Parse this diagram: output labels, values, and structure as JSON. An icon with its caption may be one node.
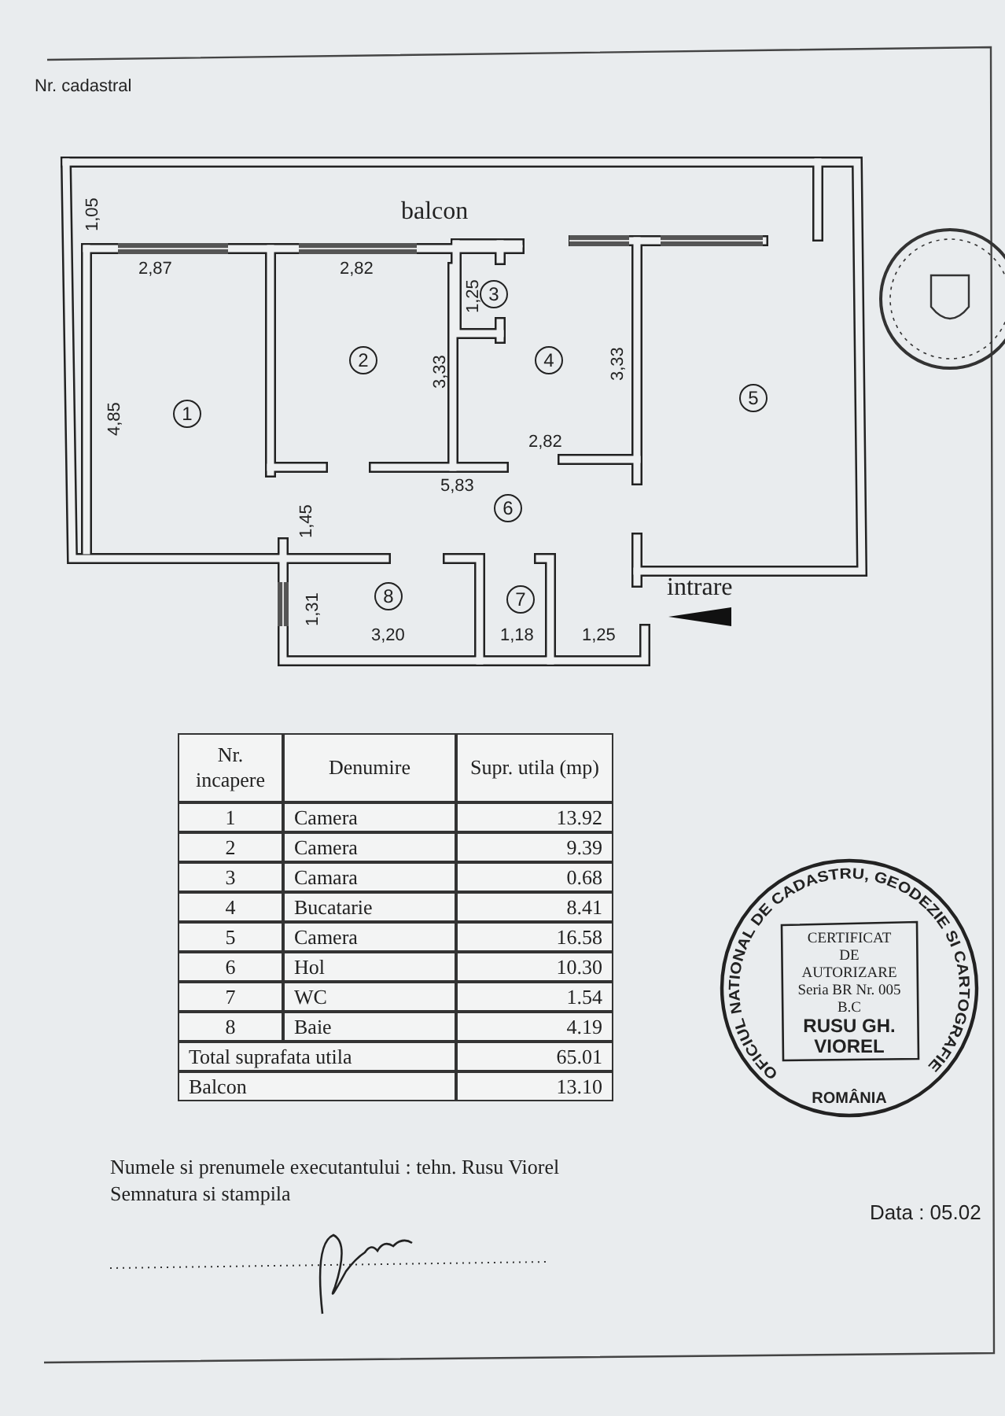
{
  "diagram": {
    "labels": [
      "Nr. cadastral",
      "balcon",
      "1,05",
      "2,87",
      "2,82",
      "1,25",
      "3",
      "1",
      "2",
      "3,33",
      "4",
      "3,33",
      "5",
      "4,85",
      "2,82",
      "5,83",
      "6",
      "1,45",
      "intrare",
      "8",
      "7",
      "1,31",
      "3,20",
      "1,18",
      "1,25",
      "Nr. incapere",
      "Denumire",
      "Supr. utila (mp)",
      "1",
      "Camera",
      "13.92",
      "2",
      "Camera",
      "9.39",
      "3",
      "Camara",
      "0.68",
      "4",
      "Bucatarie",
      "8.41",
      "5",
      "Camera",
      "16.58",
      "6",
      "Hol",
      "10.30",
      "7",
      "WC",
      "1.54",
      "8",
      "Baie",
      "4.19",
      "Total suprafata utila",
      "65.01",
      "Balcon",
      "13.10",
      "OFICIUL NATIONAL DE CADASTRU, GEODEZIE SI CARTOGRAFIE",
      "CERTIFICAT",
      "DE",
      "AUTORIZARE",
      "Seria BR Nr. 005",
      "B.C",
      "RUSU GH.",
      "VIOREL",
      "ROMÂNIA",
      "Numele si prenumele executantului : tehn. Rusu Viorel",
      "Semnatura si stampila",
      "Data : 05.02"
    ]
  }
}
